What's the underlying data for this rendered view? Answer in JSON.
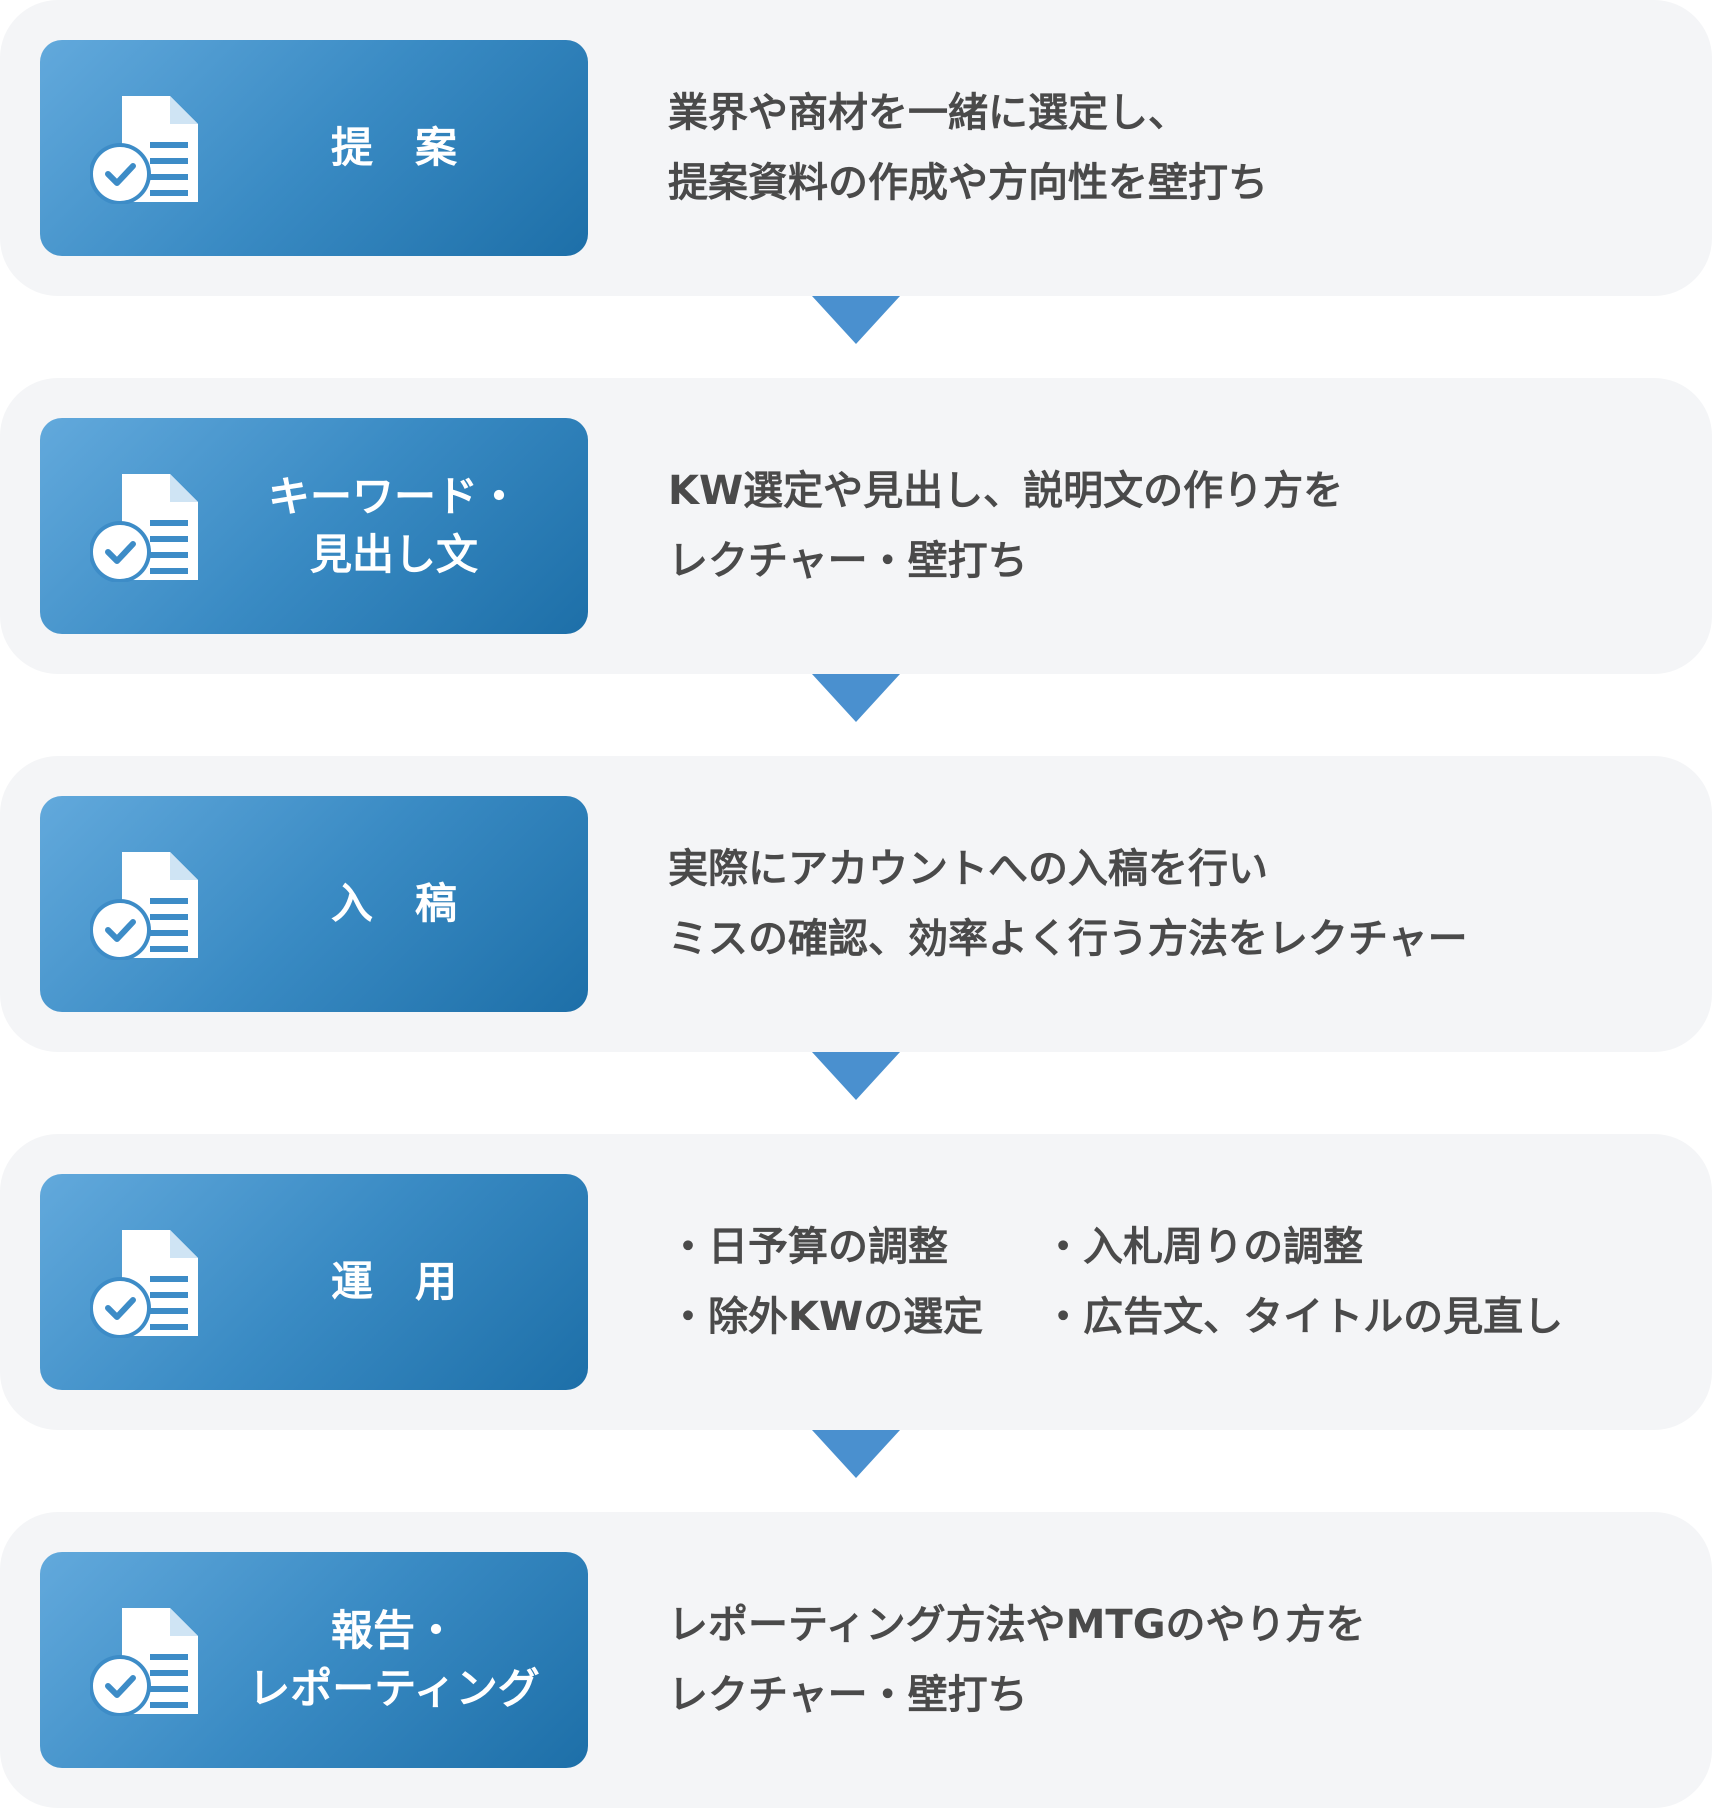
{
  "steps": [
    {
      "title": "提　案",
      "lines": [
        "業界や商材を一緒に選定し、",
        "提案資料の作成や方向性を壁打ち"
      ]
    },
    {
      "title_lines": [
        "キーワード・",
        "見出し文"
      ],
      "lines": [
        "KW選定や見出し、説明文の作り方を",
        "レクチャー・壁打ち"
      ]
    },
    {
      "title": "入　稿",
      "lines": [
        "実際にアカウントへの入稿を行い",
        "ミスの確認、効率よく行う方法をレクチャー"
      ]
    },
    {
      "title": "運　用",
      "bullets_left": [
        "・日予算の調整",
        "・除外KWの選定"
      ],
      "bullets_right": [
        "・入札周りの調整",
        "・広告文、タイトルの見直し"
      ]
    },
    {
      "title_lines": [
        "報告・",
        "レポーティング"
      ],
      "lines": [
        "レポーティング方法やMTGのやり方を",
        "レクチャー・壁打ち"
      ]
    }
  ],
  "colors": {
    "card_bg": "#f4f5f7",
    "accent": "#4a90cf",
    "text": "#4a4a4a"
  },
  "icons": {
    "step_icon": "document-check-icon",
    "connector": "arrow-down-icon"
  }
}
